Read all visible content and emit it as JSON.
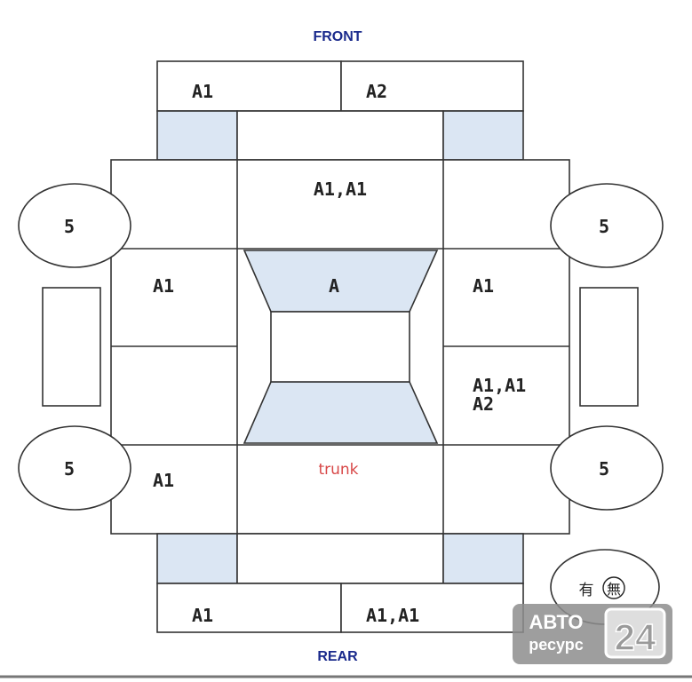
{
  "labels": {
    "front": "FRONT",
    "rear": "REAR",
    "trunk": "trunk",
    "front_bumper_left": "A1",
    "front_bumper_right": "A2",
    "hood": "A1,A1",
    "roof": "A",
    "left_front_door": "A1",
    "right_front_door": "A1",
    "right_rear_door_line1": "A1,A1",
    "right_rear_door_line2": "A2",
    "left_rear_fender": "A1",
    "rear_bumper_left": "A1",
    "rear_bumper_right": "A1,A1",
    "wheel_front_left": "5",
    "wheel_front_right": "5",
    "wheel_rear_left": "5",
    "wheel_rear_right": "5",
    "option_yes": "有",
    "option_no": "無"
  },
  "watermark": {
    "line1": "АВТО",
    "line2": "ресурс",
    "number": "24"
  }
}
